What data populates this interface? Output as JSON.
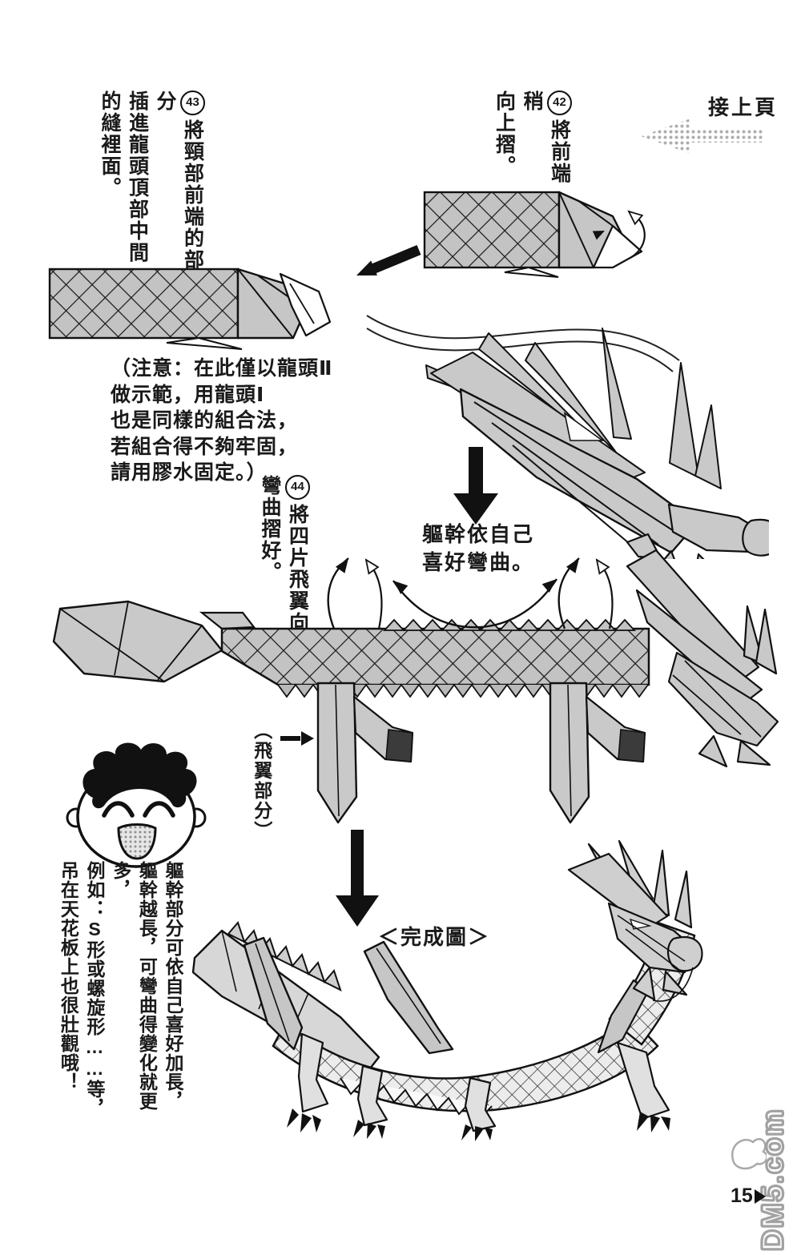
{
  "page": {
    "continue_label": "接上頁",
    "completed_figure_label": "＜完成圖＞",
    "number": "15",
    "number_marker": "▶",
    "watermark": "DM5.com"
  },
  "colors": {
    "ink": "#1a1a1a",
    "halftone_gray": "#c3c3c3",
    "paper": "#ffffff"
  },
  "steps": {
    "step42": {
      "number": "42",
      "text": "將前端稍\n向上摺。"
    },
    "step43": {
      "number": "43",
      "text": "將頸部前端的部分\n插進龍頭頂部中間\n的縫裡面。"
    },
    "step44": {
      "number": "44",
      "text": "將四片飛翼向上\n彎曲摺好。"
    }
  },
  "notes": {
    "assembly_note": "（注意：在此僅以龍頭Ⅱ\n做示範，用龍頭Ⅰ\n也是同樣的組合法，\n若組合得不夠牢固，\n請用膠水固定。）",
    "body_bend_note": "軀幹依自己\n喜好彎曲。",
    "wing_part_label": "（飛翼部分）",
    "tip_note": "軀幹部分可依自己喜好加長，\n軀幹越長，可彎曲得變化就更多，\n例如：S形或螺旋形……等，\n吊在天花板上也很壯觀哦！"
  }
}
